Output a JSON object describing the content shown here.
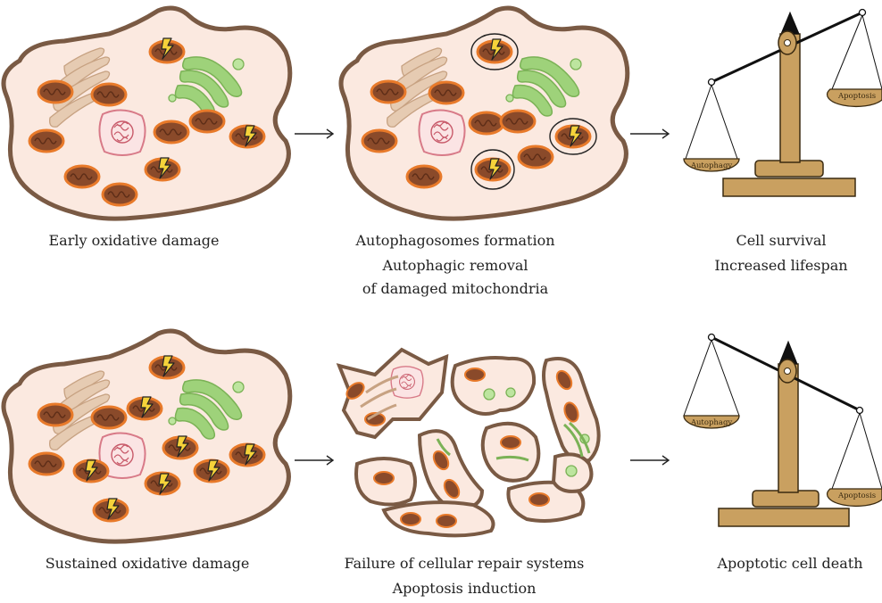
{
  "rows": [
    {
      "row_id": "early",
      "captions": {
        "cell": "Early oxidative damage",
        "process_line1": "Autophagosomes formation",
        "process_line2": "Autophagic removal",
        "process_line3": "of damaged mitochondria",
        "outcome_line1": "Cell survival",
        "outcome_line2": "Increased lifespan"
      },
      "scale": {
        "left_pan": "Autophagy",
        "right_pan": "Apoptosis"
      }
    },
    {
      "row_id": "sustained",
      "captions": {
        "cell": "Sustained oxidative damage",
        "process_line1": "Failure of cellular repair systems",
        "process_line2": "Apoptosis induction",
        "outcome_line1": "Apoptotic cell death"
      },
      "scale": {
        "left_pan": "Autophagy",
        "right_pan": "Apoptosis"
      }
    }
  ],
  "colors": {
    "cell_border": "#7a5a44",
    "cell_fill": "#fbe9e0",
    "mitochondria_fill": "#8a4a2a",
    "mitochondria_border": "#e87a2a",
    "golgi": "#9ed27a",
    "er": "#d8b89a",
    "nucleus": "#d87a88",
    "bolt": "#f5d23a",
    "scale_wood": "#c9a060",
    "scale_line": "#333333"
  }
}
